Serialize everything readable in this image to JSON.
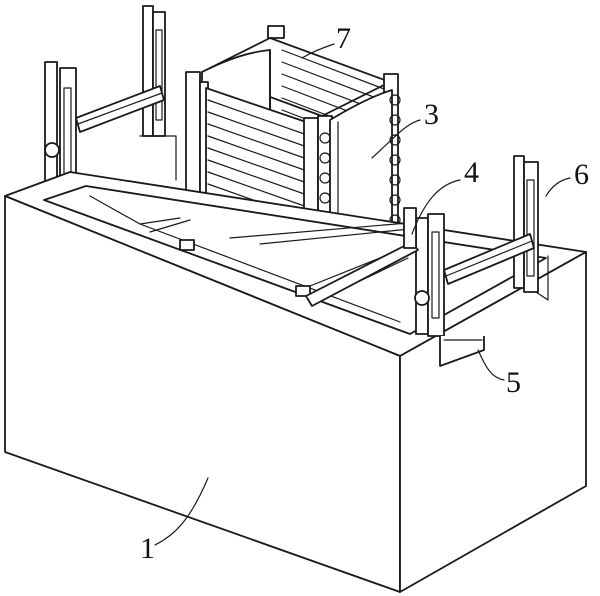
{
  "figure": {
    "labels": {
      "tank": "1",
      "inner_plate": "3",
      "slide_bar": "4",
      "lift_frame": "5",
      "guide_post": "6",
      "rack_frame": "7"
    }
  }
}
